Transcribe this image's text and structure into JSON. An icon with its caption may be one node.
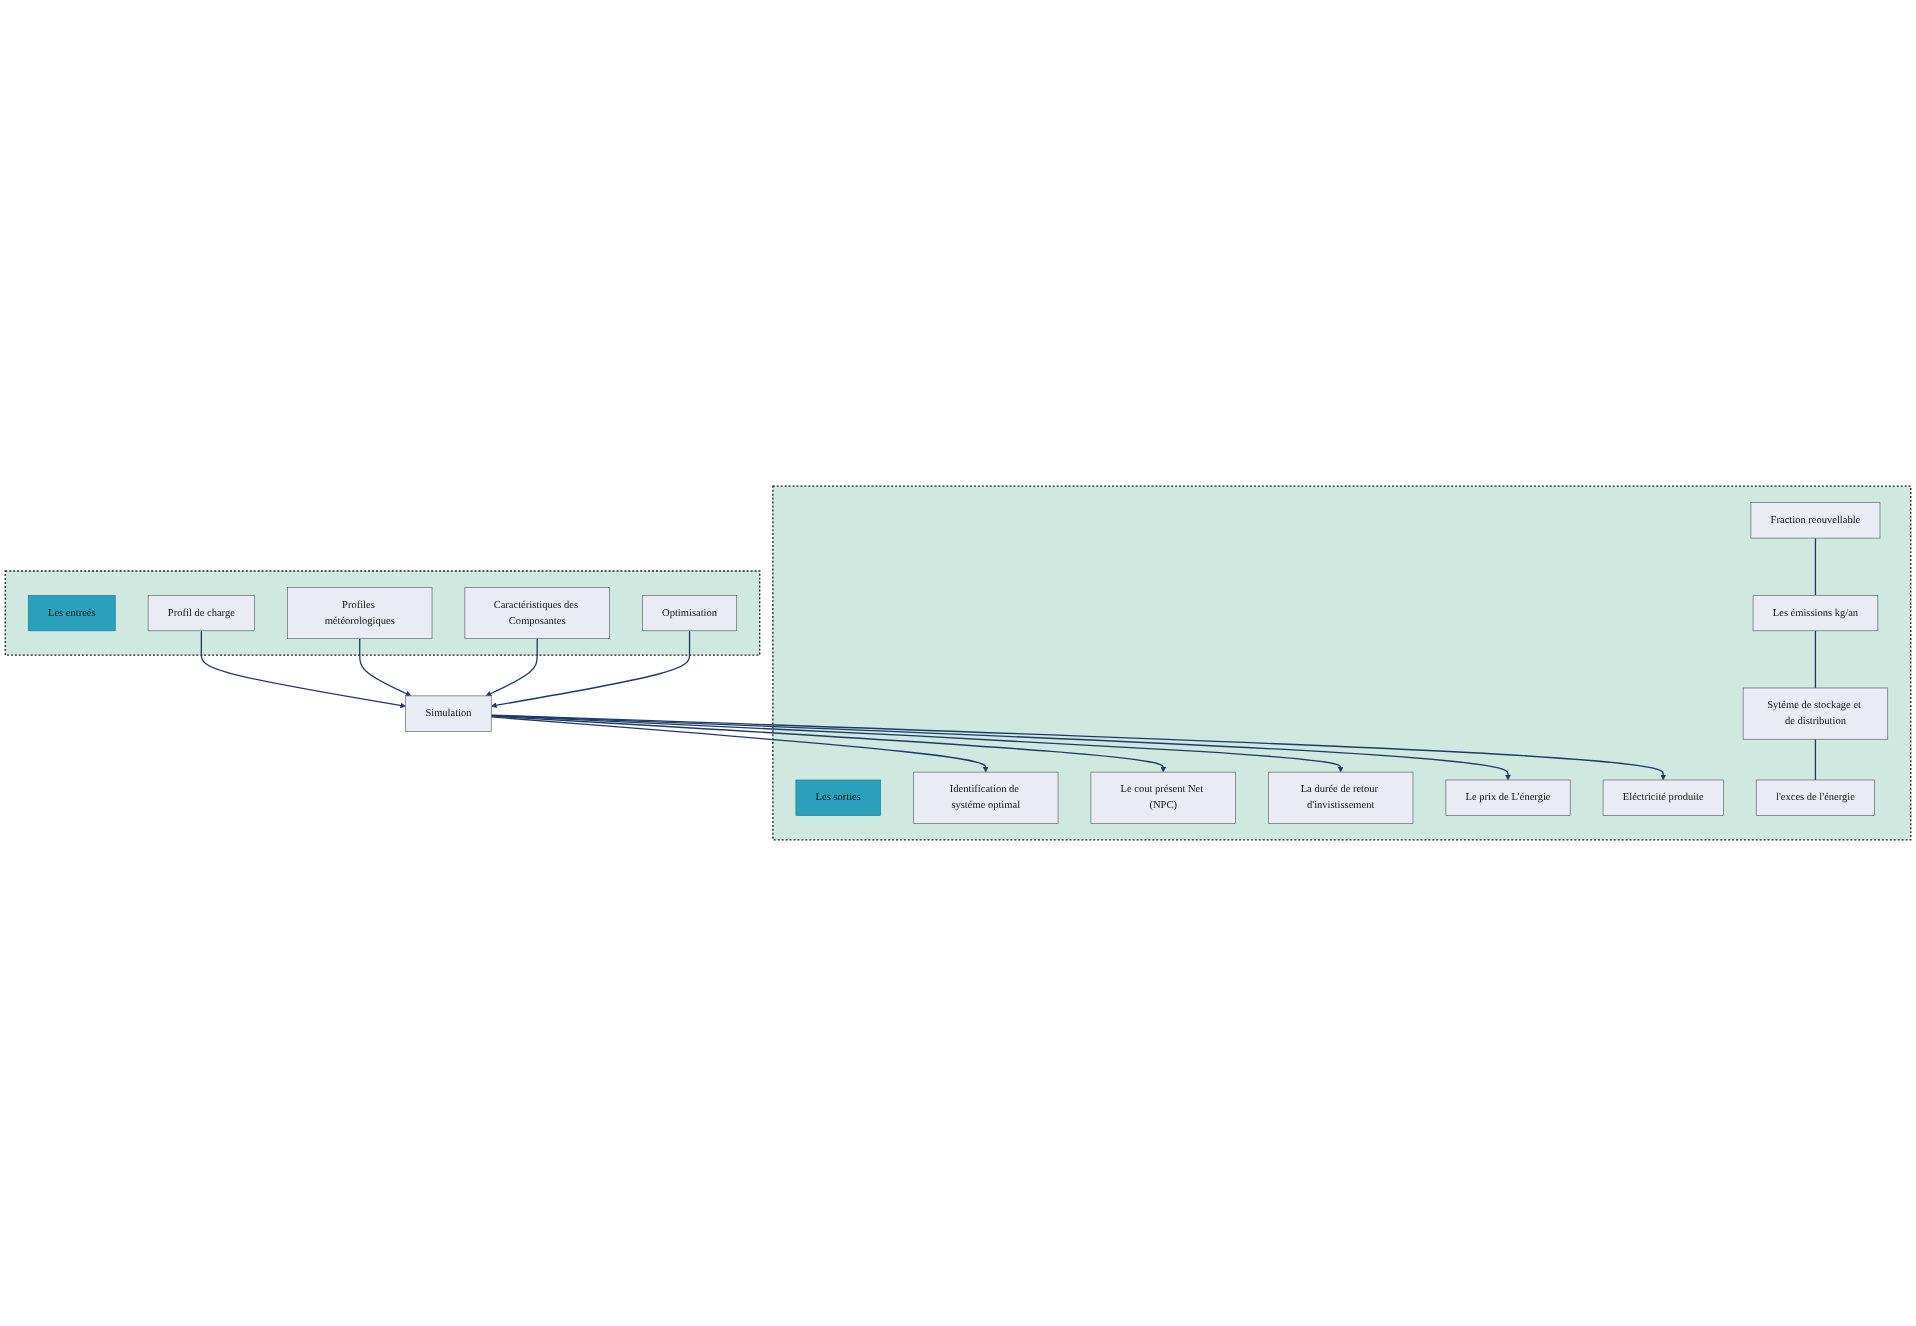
{
  "diagram": {
    "nodes": [
      {
        "text": [],
        "shape": "box"
      },
      {
        "text": [
          "Les entreés"
        ],
        "in": 0
      },
      {
        "text": [
          "Profil de charge"
        ],
        "in": 0
      },
      {
        "text": [
          "Profiles météorologiques"
        ],
        "in": 0
      },
      {
        "text": [
          "Caractéristiques des Composantes"
        ],
        "in": 0
      },
      {
        "text": [
          "Optimisation"
        ],
        "in": 0
      },
      {
        "text": [
          "Simulation"
        ]
      },
      {
        "text": [],
        "shape": "box"
      },
      {
        "text": [
          "Les sorties"
        ],
        "in": 7
      },
      {
        "text": [
          "Identification de systéme optimal"
        ],
        "in": 7
      },
      {
        "text": [
          "Le cout présent Net (NPC)"
        ],
        "in": 7
      },
      {
        "text": [
          "La durée de retour d'invistissement"
        ],
        "in": 7
      },
      {
        "text": [
          "Le prix de L'énergie"
        ],
        "in": 7
      },
      {
        "text": [
          "Eléctricité produite"
        ],
        "in": 7
      },
      {
        "text": [
          "Fraction reouvellable"
        ],
        "in": 7
      },
      {
        "text": [
          "Les émissions kg/an"
        ],
        "in": 7
      },
      {
        "text": [
          "Sytéme de stockage et de distribution"
        ],
        "in": 7
      },
      {
        "text": [
          "l'exces de l'énergie"
        ],
        "in": 7
      }
    ],
    "edges": [
      {
        "from": 2,
        "to": 6,
        "arrow": "to"
      },
      {
        "from": 3,
        "to": 6,
        "arrow": "to"
      },
      {
        "from": 4,
        "to": 6,
        "arrow": "to"
      },
      {
        "from": 5,
        "to": 6,
        "arrow": "to"
      },
      {
        "from": 6,
        "to": 9,
        "arrow": "to"
      },
      {
        "from": 6,
        "to": 10,
        "arrow": "to"
      },
      {
        "from": 6,
        "to": 11,
        "arrow": "to"
      },
      {
        "from": 6,
        "to": 12,
        "arrow": "to"
      },
      {
        "from": 6,
        "to": 13,
        "arrow": "to"
      },
      {
        "from": 14,
        "to": 15,
        "arrow": "none"
      },
      {
        "from": 15,
        "to": 16,
        "arrow": "none"
      },
      {
        "from": 16,
        "to": 17,
        "arrow": "none"
      }
    ]
  }
}
